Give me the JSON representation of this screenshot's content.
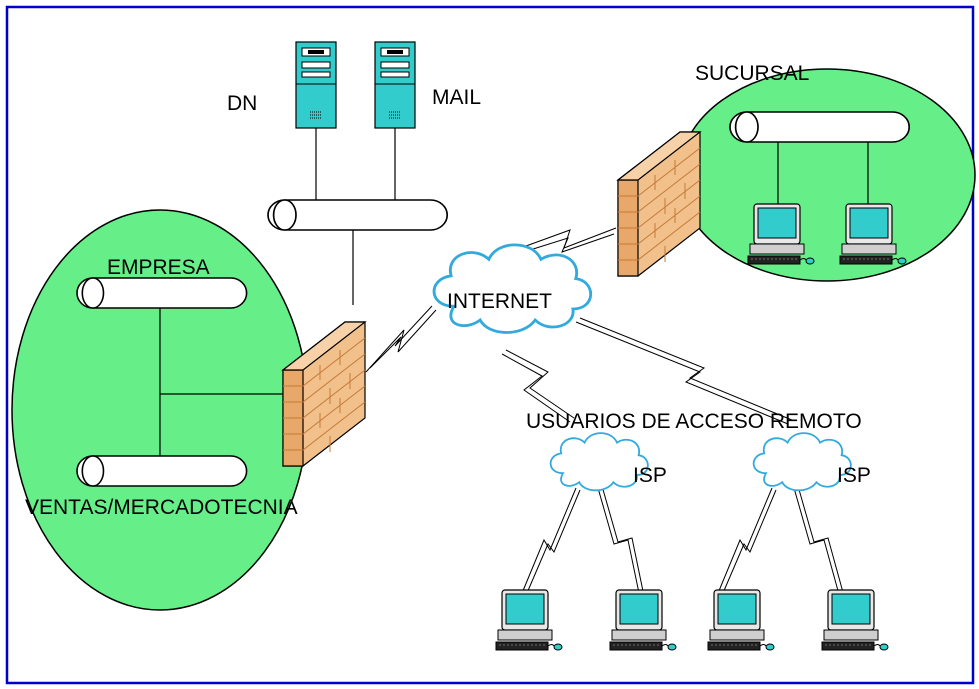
{
  "labels": {
    "dn": "DN",
    "mail": "MAIL",
    "sucursal": "SUCURSAL",
    "empresa": "EMPRESA",
    "internet": "INTERNET",
    "ventas": "VENTAS/MERCADOTECNIA",
    "remote_users": "USUARIOS DE ACCESO REMOTO",
    "isp_left": "ISP",
    "isp_right": "ISP"
  },
  "colors": {
    "frame": "#0000cc",
    "zone": "#66ee88",
    "cloud_stroke": "#33aadd",
    "device": "#33cccc",
    "brick": "#f2c08a",
    "brick_dark": "#c47a3a"
  },
  "icons": {
    "server": "server-tower-icon",
    "computer": "desktop-computer-icon",
    "firewall": "brick-wall-firewall-icon",
    "cloud": "cloud-icon",
    "bus": "network-bus-cylinder-icon",
    "wan_link": "lightning-link-icon"
  }
}
